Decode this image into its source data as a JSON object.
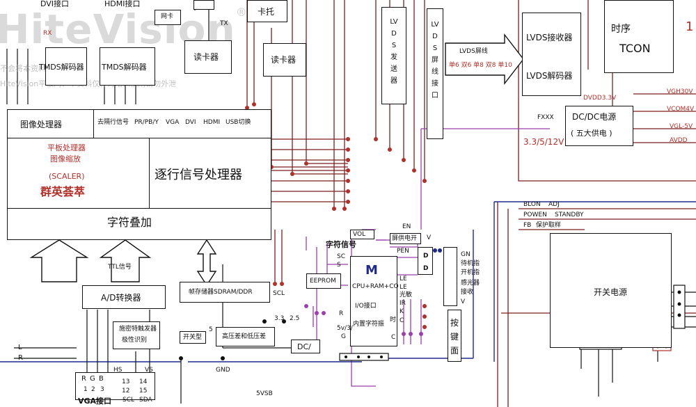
{
  "watermark": {
    "brand": "HiteVision",
    "registered": "®",
    "line1": "不会将本资料外泄的",
    "line2": "HiteVision平板内、本资料仅作为培训使用请勿外泄"
  },
  "top_labels": {
    "dvi_port": "DVI接口",
    "hdmi_port": "HDMI接口",
    "rx": "RX",
    "tx": "TX",
    "misc": "网卡",
    "card_holder": "卡托",
    "lvds_tx_chars": "LVDS发送器",
    "lvds_if_chars": "LVDS屏线接口"
  },
  "tmds": {
    "left": "TMDS解码器",
    "right": "TMDS解码器"
  },
  "card_readers": {
    "left": "读卡器",
    "right": "读卡器"
  },
  "image_proc": {
    "title": "图像处理器",
    "inputs": [
      "去隔行信号",
      "PR/PB/Y",
      "VGA",
      "DVI",
      "HDMI",
      "USB切换"
    ],
    "scaler_l1": "平板处理器",
    "scaler_l2": "图像缩放",
    "scaler_l3": "(SCALER)",
    "scaler_l4": "群英荟萃",
    "progressive": "逐行信号处理器",
    "osd": "字符叠加"
  },
  "lvds": {
    "cable_label": "LVDS屏线",
    "bits": "单6 双6 单8 双8 单10",
    "receiver": "LVDS接收器",
    "decoder": "LVDS解码器",
    "dvdd": "DVDD3.3V"
  },
  "tcon": {
    "label": "时序",
    "name": "TCON",
    "digit": "1"
  },
  "dcdc": {
    "title": "DC/DC电源",
    "sub": "( 五大供电 )",
    "fxxx": "FXXX",
    "vin": "3.3/5/12V",
    "outs": [
      "VGH30V",
      "VCOM4V",
      "VGL-5V",
      "AVDD"
    ]
  },
  "control": {
    "blon": "BLON",
    "adj": "ADJ",
    "power": "POWEN",
    "standby": "STANDBY",
    "fb": "FB",
    "protect": "保护取样"
  },
  "psu": {
    "name": "开关电源"
  },
  "mcu": {
    "letter": "M",
    "core": "CPU+RAM+CO",
    "io": "I/O接口",
    "osc": "内置字符振",
    "time": "时"
  },
  "mcu_labels": {
    "en": "EN",
    "power_switch": "屏供电开",
    "pen": "PEN",
    "v": "V",
    "vol": "VOL",
    "char_signal": "字符信号",
    "sc": "SC",
    "s": "S",
    "eeprom": "EEPROM",
    "r": "R",
    "v3": "5v/3/",
    "g": "G",
    "le1": "LE",
    "le2": "LE",
    "light": "光敏",
    "ir": "IR",
    "k": "K",
    "c": "C",
    "c2": "C",
    "ddr_d1": "D",
    "ddr_d2": "D",
    "v33": "3.3",
    "v25": "2.5",
    "scl": "SCL",
    "dc": "DC/"
  },
  "leds": {
    "gn": "GN",
    "l1": "待机指",
    "l2": "开机指",
    "l3": "感光器",
    "l4": "接收",
    "l5": "V"
  },
  "keys": {
    "label": "按键面"
  },
  "ad": {
    "name": "A/D转换器",
    "ttl": "TTL信号",
    "sync": "施密特触发器",
    "polarity": "极性识别",
    "sdram": "帧存储器SDRAM/DDR"
  },
  "power_row": {
    "switch": "开关型",
    "five": "5",
    "regulator": "高压差和低压差",
    "gnd": "GND",
    "vsb": "5VSB"
  },
  "audio": {
    "l": "L",
    "r": "R"
  },
  "vga": {
    "r": "R",
    "g": "G",
    "b": "B",
    "p1": "1",
    "p2": "2",
    "p3": "3",
    "hs": "HS",
    "vs": "VS",
    "p13": "13",
    "p14": "14",
    "p12": "12",
    "p15": "15",
    "scl": "SCL",
    "sda": "SDA",
    "name": "VGA接口"
  },
  "colors": {
    "wire": "#7a1f1f",
    "purple": "#9b3fae",
    "blue": "#1f2a8a",
    "red": "#b0302a",
    "text": "#111111"
  }
}
